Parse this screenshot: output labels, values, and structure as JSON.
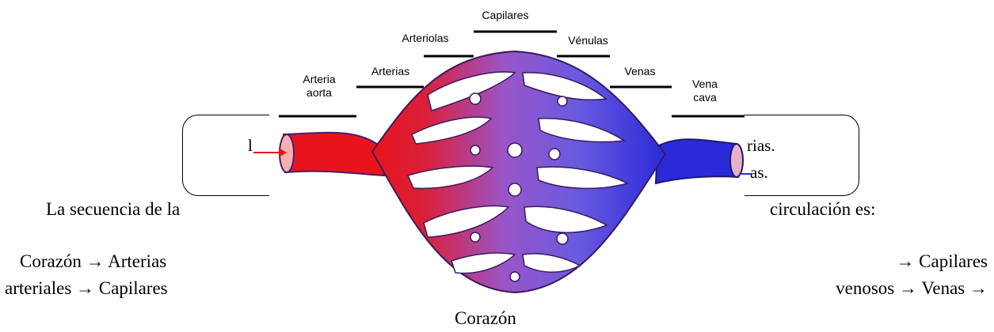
{
  "box": {
    "line1": "rias.",
    "line2": "as.",
    "left_fragment": "l"
  },
  "paragraph": {
    "left": "La secuencia de la",
    "right": "circulación es:"
  },
  "sequence": {
    "left_line1": "Corazón → Arterias",
    "left_line2": "arteriales → Capilares",
    "right_line1": "→ Capilares",
    "right_line2": "venosos → Venas →",
    "bottom": "Corazón"
  },
  "diagram_labels": {
    "arteria_aorta_1": "Arteria",
    "arteria_aorta_2": "aorta",
    "arterias": "Arterias",
    "arteriolas": "Arteriolas",
    "capilares": "Capilares",
    "venulas": "Vénulas",
    "venas": "Venas",
    "vena_cava_1": "Vena",
    "vena_cava_2": "cava"
  },
  "colors": {
    "arterial": "#e8141c",
    "venous": "#2a2ad8",
    "mixed": "#8a4fc8",
    "vessel_outline": "#4a1c6e"
  }
}
